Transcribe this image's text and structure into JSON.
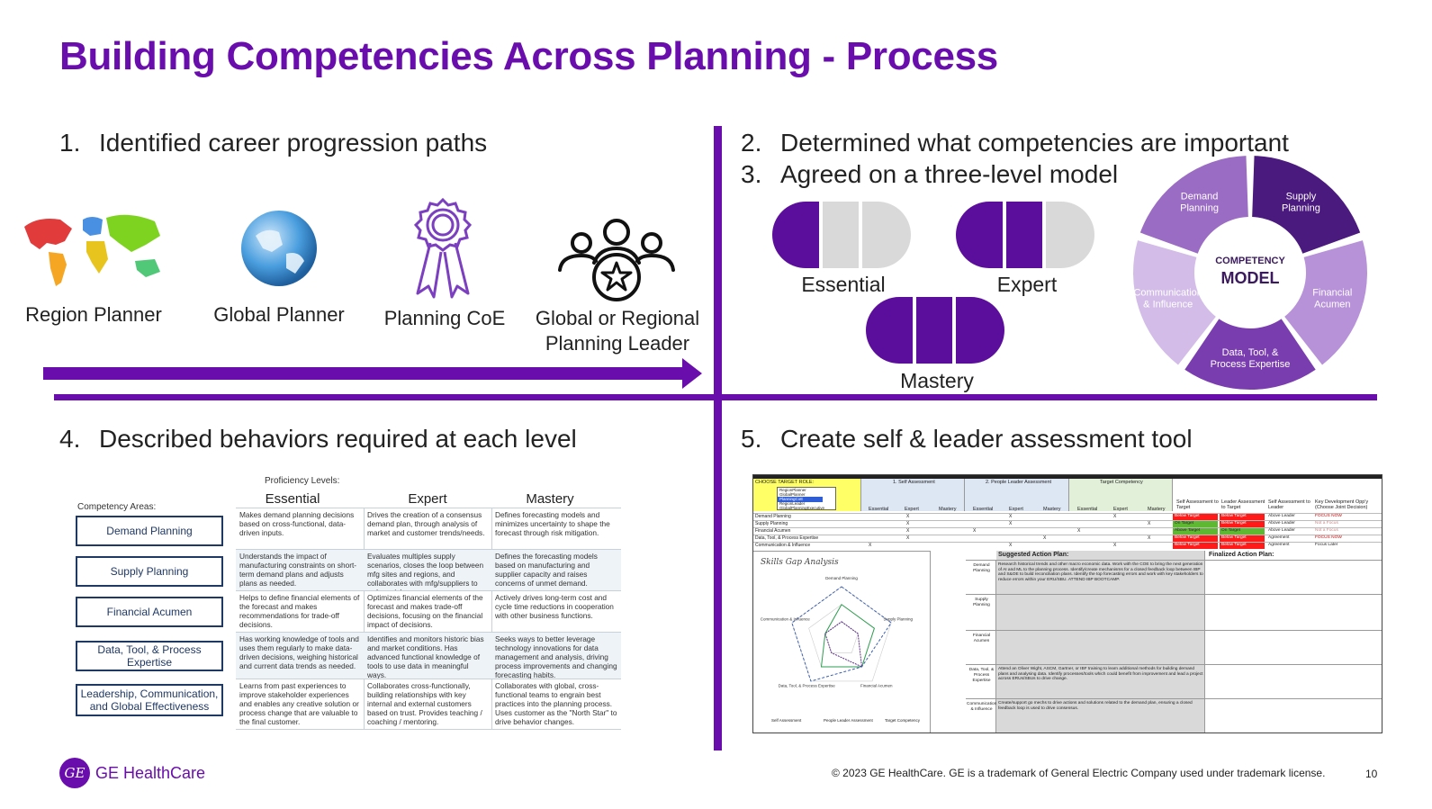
{
  "title": "Building Competencies Across Planning - Process",
  "steps": [
    {
      "num": "1.",
      "text": "Identified career progression paths"
    },
    {
      "num": "2.",
      "text": "Determined what competencies are important"
    },
    {
      "num": "3.",
      "text": "Agreed on a three-level model"
    },
    {
      "num": "4.",
      "text": "Described behaviors required at each level"
    },
    {
      "num": "5.",
      "text": "Create self & leader assessment tool"
    }
  ],
  "roles": [
    {
      "label": "Region Planner",
      "icon": "world-map-icon"
    },
    {
      "label": "Global Planner",
      "icon": "globe-icon"
    },
    {
      "label": "Planning CoE",
      "icon": "award-ribbon-icon"
    },
    {
      "label": "Global or Regional Planning Leader",
      "icon": "team-star-icon"
    }
  ],
  "levels": [
    {
      "label": "Essential",
      "filled": 1
    },
    {
      "label": "Expert",
      "filled": 2
    },
    {
      "label": "Mastery",
      "filled": 3
    }
  ],
  "competency_model": {
    "center_top": "COMPETENCY",
    "center_bottom": "MODEL",
    "segments": [
      {
        "line1": "Demand",
        "line2": "Planning",
        "color": "#9b6cc4"
      },
      {
        "line1": "Supply",
        "line2": "Planning",
        "color": "#4b1a7f"
      },
      {
        "line1": "Financial",
        "line2": "Acumen",
        "color": "#b892d9"
      },
      {
        "line1": "Data, Tool, &",
        "line2": "Process Expertise",
        "color": "#7a3db0"
      },
      {
        "line1": "Communication",
        "line2": "& Influence",
        "color": "#d3bde8"
      }
    ]
  },
  "behaviors": {
    "proficiency_label": "Proficiency Levels:",
    "areas_label": "Competency Areas:",
    "level_headers": [
      "Essential",
      "Expert",
      "Mastery"
    ],
    "rows": [
      {
        "area": "Demand Planning",
        "cells": [
          "Makes demand planning decisions based on cross-functional, data-driven inputs.",
          "Drives the creation of a consensus demand plan, through analysis of market and customer trends/needs.",
          "Defines forecasting models and minimizes uncertainty to shape the forecast through risk mitigation."
        ]
      },
      {
        "area": "Supply Planning",
        "cells": [
          "Understands the impact of manufacturing constraints on short-term demand plans and adjusts plans as needed.",
          "Evaluates multiples supply scenarios, closes the loop between mfg sites and regions, and collaborates with mfg/suppliers to reduce risk.",
          "Defines the forecasting models based on manufacturing and supplier capacity and raises concerns of unmet demand."
        ]
      },
      {
        "area": "Financial Acumen",
        "cells": [
          "Helps to define financial elements of the forecast and makes recommendations for trade-off decisions.",
          "Optimizes financial elements of the forecast and makes trade-off decisions, focusing on the financial impact of decisions.",
          "Actively drives long-term cost and cycle time reductions in cooperation with other business functions."
        ]
      },
      {
        "area": "Data, Tool, & Process Expertise",
        "cells": [
          "Has working knowledge of tools and uses them regularly to make data-driven decisions, weighing historical and current data trends as needed.",
          "Identifies and monitors historic bias and market conditions. Has advanced functional knowledge of tools to use data in meaningful ways.",
          "Seeks ways to better leverage technology innovations for data management and analysis, driving process improvements and changing forecasting habits."
        ]
      },
      {
        "area": "Leadership, Communication, and Global Effectiveness",
        "cells": [
          "Learns from past experiences to improve stakeholder experiences and enables any creative solution or process change that are valuable to the final customer.",
          "Collaborates cross-functionally, building relationships with key internal and external customers based on trust. Provides teaching / coaching / mentoring.",
          "Collaborates with global, cross-functional teams to engrain best practices into the planning process. Uses customer as the \"North Star\" to drive behavior changes."
        ]
      }
    ]
  },
  "assessment": {
    "choose_role": "CHOOSE TARGET ROLE:",
    "roles": [
      "RegionPlanner",
      "GlobalPlanner",
      "PlanningCoE",
      "RegionLeader",
      "GlobalPlanningExecutive"
    ],
    "groups": [
      "1. Self Assessment",
      "2. People Leader Assessment",
      "Target Competency"
    ],
    "sub_headers": [
      "Essential",
      "Expert",
      "Mastery"
    ],
    "status_headers": [
      "Self Assessment to Target",
      "Leader Assessment to Target",
      "Self Assessment to Leader",
      "Key Development Opp'y (Choose Joint Decision)"
    ],
    "rows": [
      {
        "name": "Demand Planning",
        "s1": "Below Target",
        "s2": "Below Target",
        "s3": "Above Leader",
        "s4": "FOCUS NOW"
      },
      {
        "name": "Supply Planning",
        "s1": "On Target",
        "s2": "Below Target",
        "s3": "Above Leader",
        "s4": "Not a Focus"
      },
      {
        "name": "Financial Acumen",
        "s1": "Above Target",
        "s2": "On Target",
        "s3": "Above Leader",
        "s4": "Not a Focus"
      },
      {
        "name": "Data, Tool, & Process Expertise",
        "s1": "Below Target",
        "s2": "Below Target",
        "s3": "Agreement",
        "s4": "FOCUS NOW"
      },
      {
        "name": "Communication & Influence",
        "s1": "Below Target",
        "s2": "Below Target",
        "s3": "Agreement",
        "s4": "Focus Later"
      }
    ],
    "chart_title": "Skills Gap Analysis",
    "radar_axes": [
      "Demand Planning",
      "Supply Planning",
      "Financial Acumen",
      "Data, Tool, & Process Expertise",
      "Communication & Influence"
    ],
    "radar_legend": [
      "Self Assessment",
      "People Leader Assessment",
      "Target Competency"
    ],
    "suggested_title": "Suggested Action Plan:",
    "finalized_title": "Finalized Action Plan:",
    "plan_rows": [
      {
        "area": "Demand Planning",
        "text": "Research historical trends and other macro economic data. Work with the COE to bring the next generation of AI and ML to the planning process. Identify/create mechanisms for a closed feedback loop between IBP and S&OE to build reconciliation plans. Identify the top forecasting errors and work with key stakeholders to reduce errors within your ERU/SBU. ATTEND IBP BOOTCAMP."
      },
      {
        "area": "Supply Planning",
        "text": ""
      },
      {
        "area": "Financial Acumen",
        "text": ""
      },
      {
        "area": "Data, Tool, & Process Expertise",
        "text": "Attend an Oliver Wight, ASCM, Gartner, or IBF training to learn additional methods for building demand plans and analysing data. Identify processes/tools which could benefit from improvement and lead a project across ERUs/SBUs to drive change."
      },
      {
        "area": "Communication & Influence",
        "text": "Create/support go mechs to drive actions and solutions related to the demand plan, ensuring a closed feedback loop is used to drive consensus."
      }
    ]
  },
  "footer": {
    "logo_text": "GE",
    "brand": "GE HealthCare",
    "copyright": "© 2023 GE HealthCare. GE is a trademark of General Electric Company used under trademark license.",
    "page": "10"
  },
  "colors": {
    "accent": "#6a0dad",
    "pill_gray": "#d9d9d9",
    "pill_purple": "#5b0e9c"
  }
}
